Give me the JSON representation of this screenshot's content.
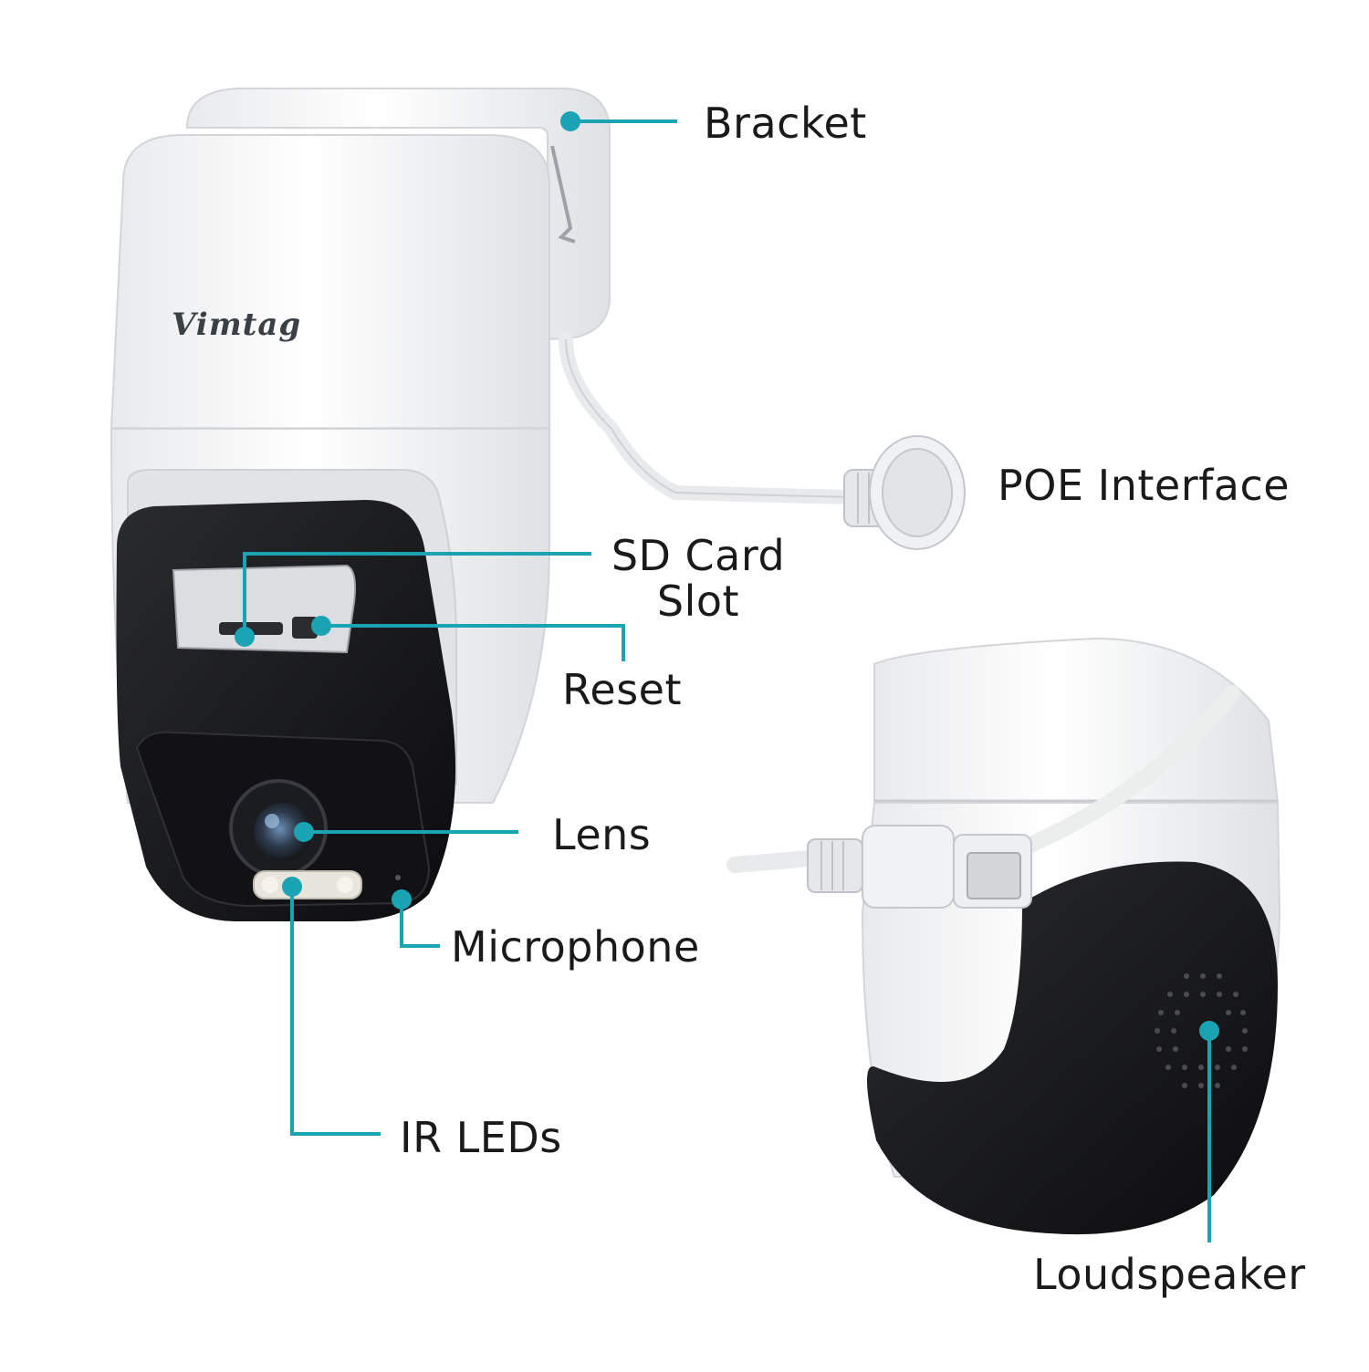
{
  "brand": "Vimtag",
  "callout_color": "#1aa3b3",
  "labels": {
    "bracket": "Bracket",
    "poe_interface": "POE Interface",
    "sd_card_line1": "SD Card",
    "sd_card_line2": "Slot",
    "reset": "Reset",
    "lens": "Lens",
    "microphone": "Microphone",
    "ir_leds": "IR LEDs",
    "loudspeaker": "Loudspeaker"
  }
}
